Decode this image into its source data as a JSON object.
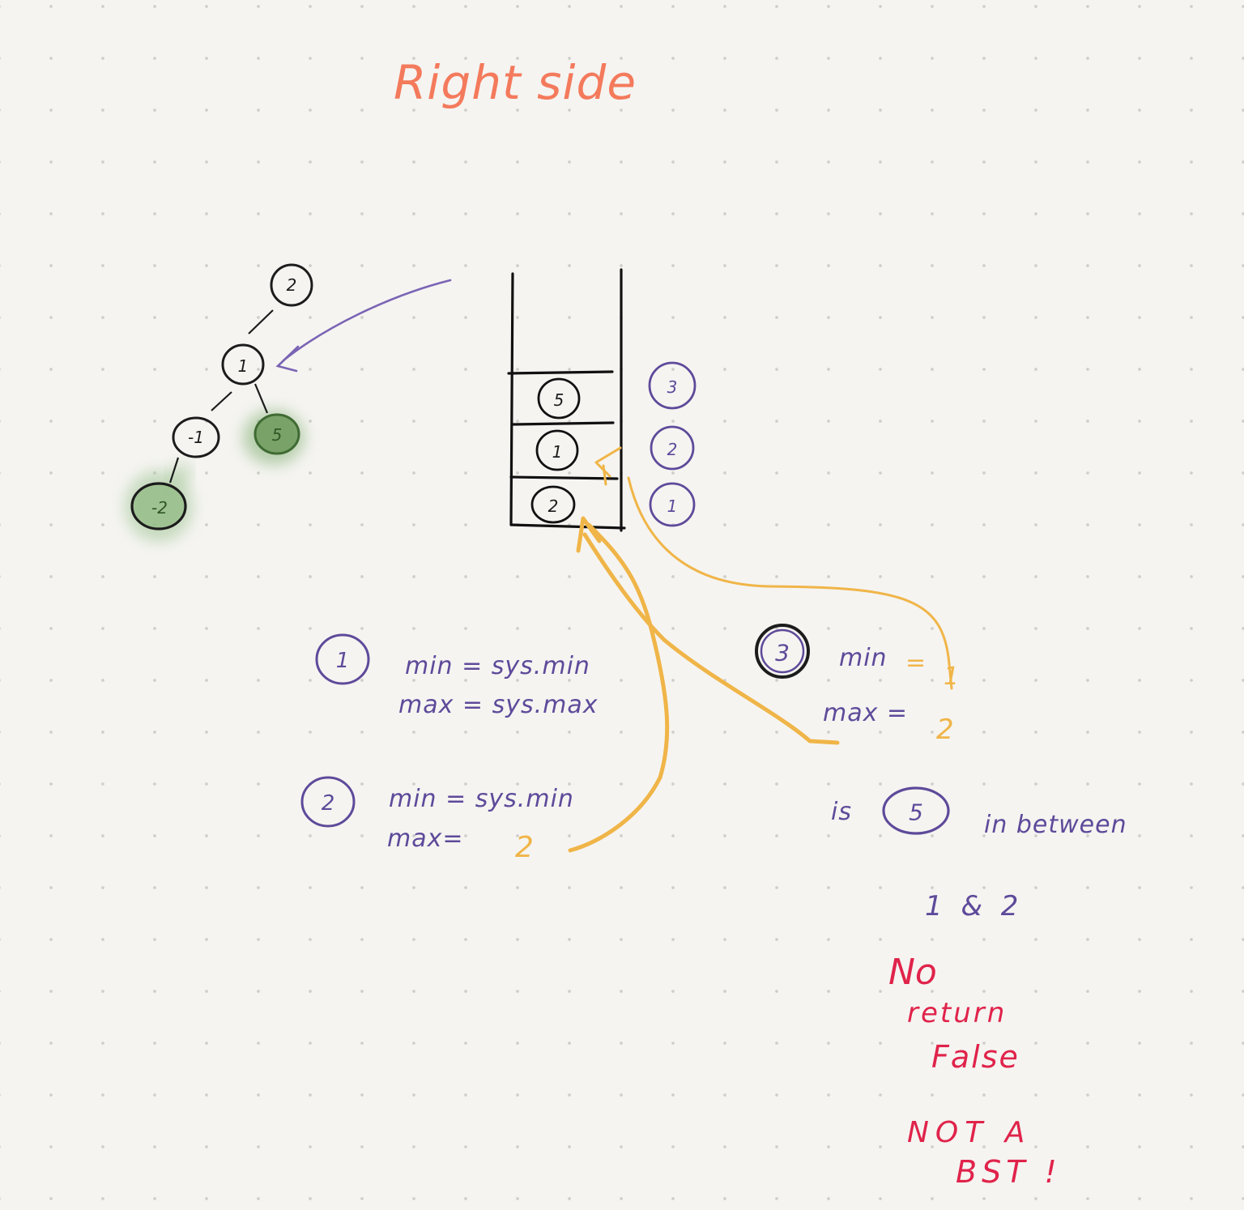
{
  "title": "Right side",
  "tree": {
    "nodes": [
      {
        "id": "n2",
        "label": "2",
        "highlighted": false
      },
      {
        "id": "n1",
        "label": "1",
        "highlighted": false
      },
      {
        "id": "nm1",
        "label": "-1",
        "highlighted": false
      },
      {
        "id": "n5",
        "label": "5",
        "highlighted": true
      },
      {
        "id": "nm2",
        "label": "-2",
        "highlighted": true
      }
    ]
  },
  "stack": {
    "frames": [
      {
        "value": "5",
        "index": "3"
      },
      {
        "value": "1",
        "index": "2"
      },
      {
        "value": "2",
        "index": "1"
      }
    ]
  },
  "notes": {
    "step1": {
      "num": "1",
      "min_label": "min",
      "min_value": "sys.min",
      "max_label": "max",
      "max_value": "sys.max"
    },
    "step2": {
      "num": "2",
      "min_label": "min",
      "min_value": "sys.min",
      "max_label": "max",
      "max_value": "2"
    },
    "step3": {
      "num": "3",
      "min_label": "min",
      "min_value": "1",
      "max_label": "max",
      "max_value": "2"
    }
  },
  "question": {
    "prefix": "is",
    "value": "5",
    "suffix": "in between",
    "range": "1 & 2"
  },
  "conclusion": {
    "line1": "No",
    "line2": "return",
    "line3": "False",
    "line4": "NOT A",
    "line5": "BST !"
  },
  "colors": {
    "title": "#f47a5c",
    "purple": "#5e4a9a",
    "yellow": "#f0b548",
    "red": "#e0234a",
    "green_node": "#4d7a40",
    "ink": "#1c1c1c"
  }
}
